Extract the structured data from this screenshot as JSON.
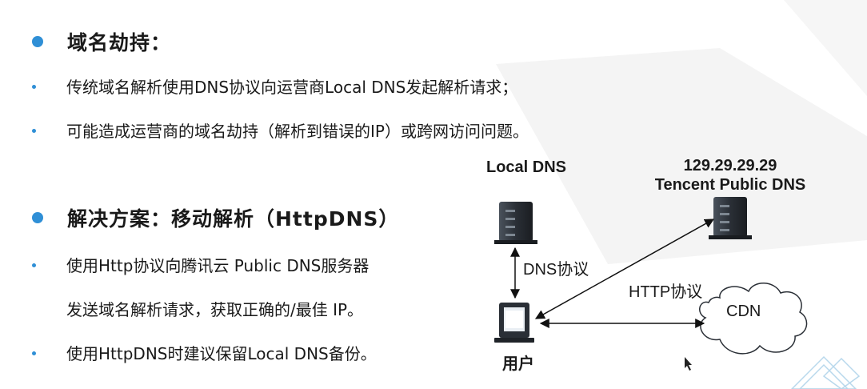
{
  "section1": {
    "title": "域名劫持：",
    "bullets": [
      "传统域名解析使用DNS协议向运营商Local DNS发起解析请求；",
      "可能造成运营商的域名劫持（解析到错误的IP）或跨网访问问题。"
    ]
  },
  "section2": {
    "title": "解决方案：移动解析（HttpDNS）",
    "bullet1_line1": "使用Http协议向腾讯云 Public DNS服务器",
    "bullet1_line2": "发送域名解析请求，获取正确的/最佳 IP。",
    "bullet2": "使用HttpDNS时建议保留Local DNS备份。"
  },
  "diagram": {
    "local_dns": "Local DNS",
    "public_ip": "129.29.29.29",
    "public_name": "Tencent Public DNS",
    "dns_protocol": "DNS协议",
    "http_protocol": "HTTP协议",
    "cdn": "CDN",
    "user": "用户"
  },
  "colors": {
    "accent": "#2f8fd6",
    "server": "#2a2f36"
  }
}
